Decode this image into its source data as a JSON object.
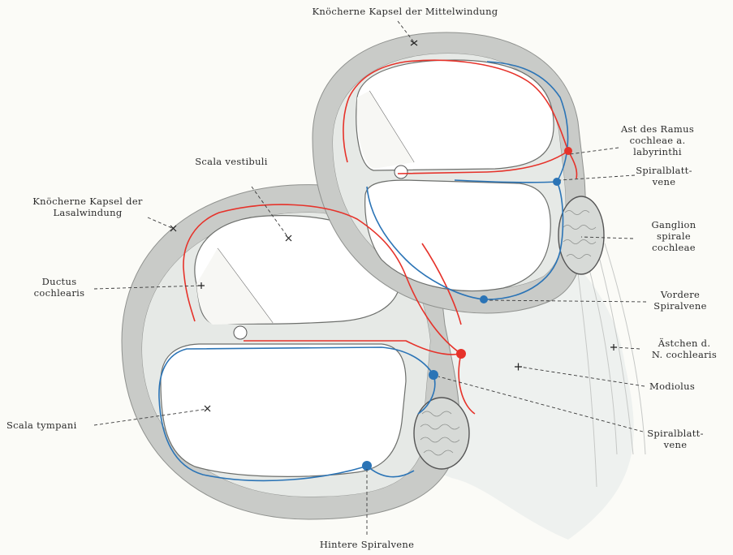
{
  "labels": {
    "mittelwindung_capsule": "Knöcherne Kapsel der Mittelwindung",
    "ast_ramus": [
      "Ast des Ramus",
      "cochleae a.",
      "labyrinthi"
    ],
    "spiralblatt_vene_upper": [
      "Spiralblatt-",
      "vene"
    ],
    "ganglion": [
      "Ganglion",
      "spirale",
      "cochleae"
    ],
    "scala_vestibuli": "Scala vestibuli",
    "basalwindung_capsule": [
      "Knöcherne Kapsel der",
      "Lasalwindung"
    ],
    "ductus": [
      "Ductus",
      "cochlearis"
    ],
    "vordere": [
      "Vordere",
      "Spiralvene"
    ],
    "aestchen": [
      "Ästchen d.",
      "N. cochlearis"
    ],
    "modiolus": "Modiolus",
    "scala_tympani": "Scala tympani",
    "spiralblatt_vene_lower": [
      "Spiralblatt-",
      "vene"
    ],
    "hintere": "Hintere Spiralvene"
  },
  "colors": {
    "bone": "#c9cbc8",
    "bone_edge": "#8f918e",
    "tissue": "#e9ece9",
    "artery": "#e6322a",
    "vein": "#2b74b6",
    "nerve": "#b9b9b9"
  }
}
